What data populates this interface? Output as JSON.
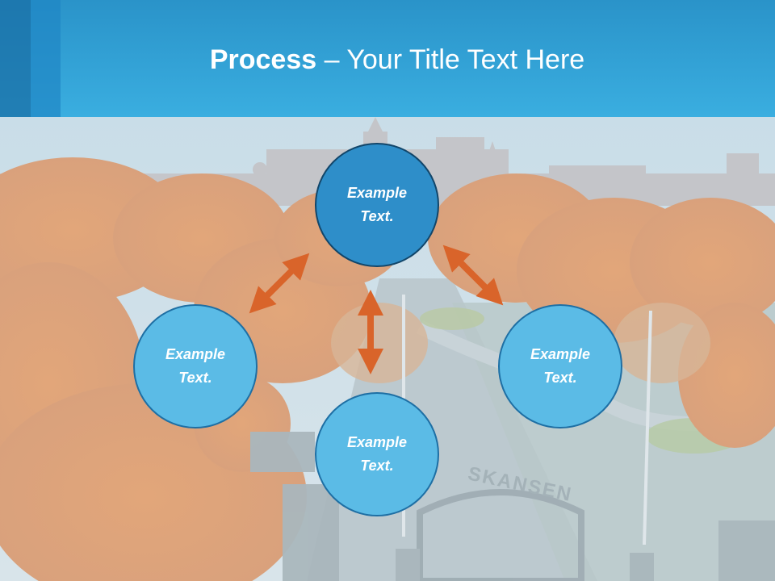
{
  "slide": {
    "title_bold": "Process",
    "title_rest": " – Your Title Text Here"
  },
  "diagram": {
    "center_node": {
      "label": "Example\nText."
    },
    "left_node": {
      "label": "Example\nText."
    },
    "right_node": {
      "label": "Example\nText."
    },
    "bottom_node": {
      "label": "Example\nText."
    }
  },
  "background_image": {
    "sign_text": "SKANSEN"
  },
  "colors": {
    "header": "#3aaee0",
    "center_node": "#2e8ec9",
    "satellite_node": "#5bbbe6",
    "arrow": "#d9642a"
  }
}
